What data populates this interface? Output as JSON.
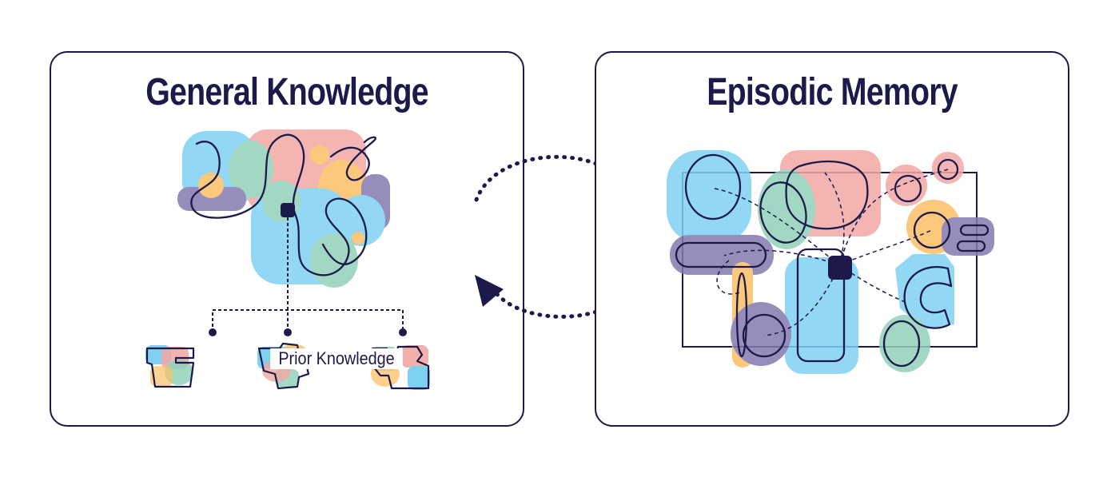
{
  "panels": {
    "left": {
      "title": "General Knowledge",
      "caption": "Prior Knowledge"
    },
    "right": {
      "title": "Episodic Memory"
    }
  },
  "colors": {
    "ink": "#1c1a4a",
    "blue": "#7fd1f2",
    "pink": "#f3a7a4",
    "green": "#92d2b9",
    "orange": "#fcc066",
    "purple": "#857ab0"
  },
  "icons": [
    "cycle-arrow-top-icon",
    "cycle-arrow-bottom-icon",
    "knowledge-node-icon",
    "memory-node-icon"
  ]
}
